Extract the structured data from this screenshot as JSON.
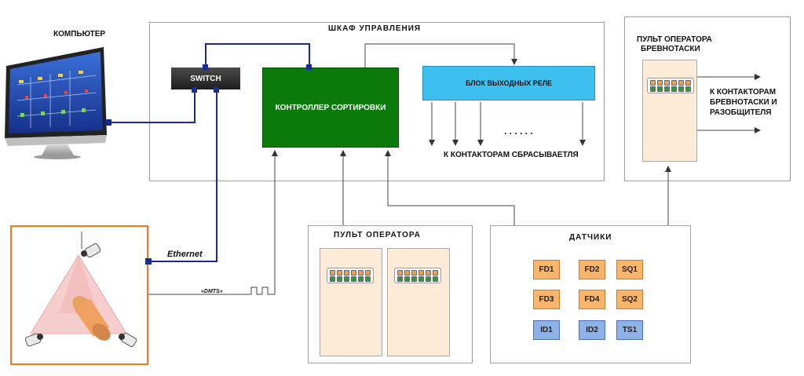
{
  "computer": {
    "label": "КОМПЬЮТЕР"
  },
  "cabinet": {
    "title": "ШКАФ УПРАВЛЕНИЯ",
    "switch_label": "SWITCH",
    "controller_label": "КОНТРОЛЛЕР СОРТИРОВКИ",
    "relay_label": "БЛОК ВЫХОДНЫХ РЕЛЕ",
    "relay_dots": ". . . . . .",
    "relay_output_label": "К КОНТАКТОРАМ СБРАСЫВАЕТЛЯ"
  },
  "operator_console": {
    "title": "ПУЛЬТ ОПЕРАТОРА"
  },
  "sensors": {
    "title": "ДАТЧИКИ",
    "items": [
      {
        "id": "FD1",
        "kind": "flow"
      },
      {
        "id": "FD2",
        "kind": "flow"
      },
      {
        "id": "SQ1",
        "kind": "flow"
      },
      {
        "id": "FD3",
        "kind": "flow"
      },
      {
        "id": "FD4",
        "kind": "flow"
      },
      {
        "id": "SQ2",
        "kind": "flow"
      },
      {
        "id": "ID1",
        "kind": "id"
      },
      {
        "id": "ID2",
        "kind": "id"
      },
      {
        "id": "TS1",
        "kind": "id"
      }
    ],
    "display_texts": [
      "FD1",
      "FD2",
      "SQ1",
      "FD3",
      "FD4",
      "SQ2",
      "ID1",
      "ID2",
      "TS1"
    ]
  },
  "log_operator": {
    "title_line1": "ПУЛЬТ ОПЕРАТОРА",
    "title_line2": "БРЕВНОТАСКИ",
    "output_line1": "К КОНТАКТОРАМ",
    "output_line2": "БРЕВНОТАСКИ И",
    "output_line3": "РАЗОБЩИТЕЛЯ"
  },
  "links": {
    "ethernet": "Ethernet",
    "dmts": "«DMTS»"
  },
  "colors": {
    "controller": "#0a7a0a",
    "relay": "#3dbff0",
    "switch": "#2b2b2b",
    "network_line": "#1a2c8f",
    "scanner_frame": "#f07820",
    "sensor_orange": "#f8b56c",
    "sensor_blue": "#8fb3e8",
    "panel": "#fdebd8"
  }
}
